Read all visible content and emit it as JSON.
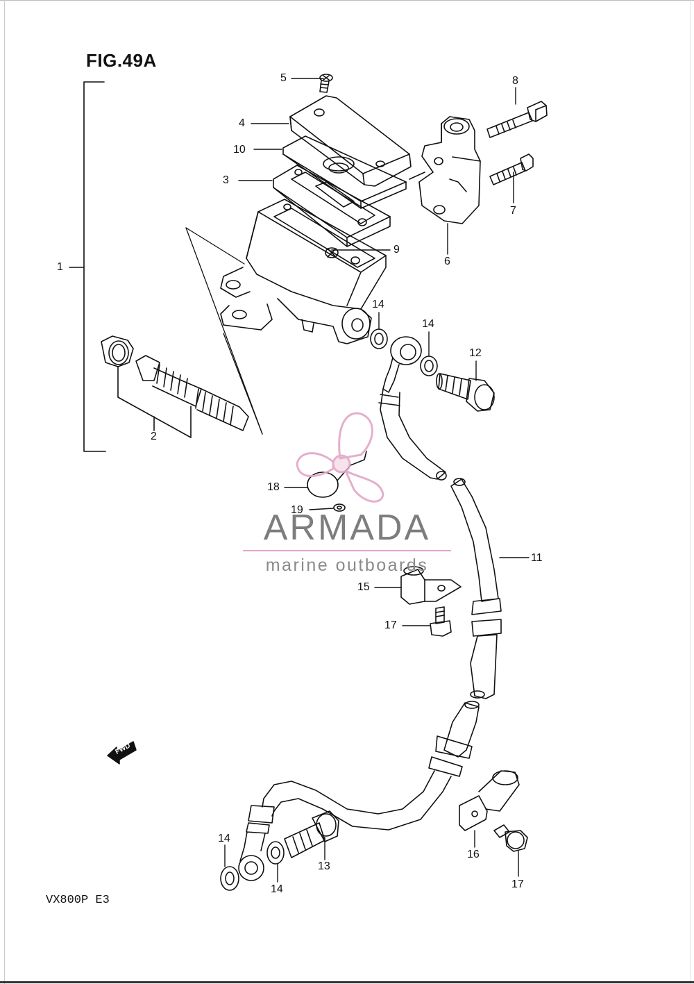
{
  "figure": {
    "title": "FIG.49A",
    "model": "VX800P  E3"
  },
  "watermark": {
    "brand": "ARMADA",
    "tagline": "marine outboards",
    "logo_color": "#e3a6c7",
    "text_color": "#7d7d7d"
  },
  "fwd_marker": {
    "label": "FWD",
    "icon": "fwd-arrow-icon"
  },
  "callouts": {
    "p1": "1",
    "p2": "2",
    "p3": "3",
    "p4": "4",
    "p5": "5",
    "p6": "6",
    "p7": "7",
    "p8": "8",
    "p9": "9",
    "p10": "10",
    "p11": "11",
    "p12": "12",
    "p13": "13",
    "p14a": "14",
    "p14b": "14",
    "p14c": "14",
    "p14d": "14",
    "p15": "15",
    "p16": "16",
    "p17a": "17",
    "p17b": "17",
    "p18": "18",
    "p19": "19"
  }
}
